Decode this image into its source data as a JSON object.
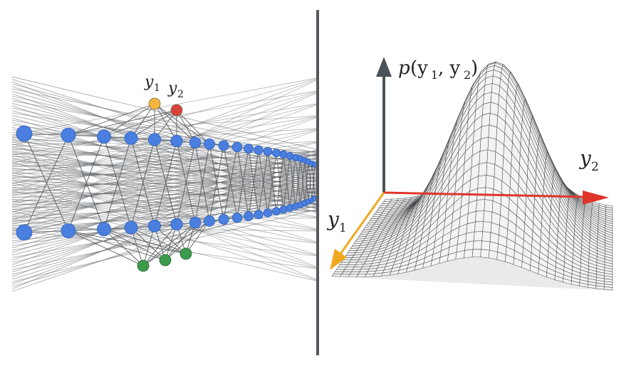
{
  "labels": {
    "y1_top": "y",
    "y1_top_sub": "1",
    "y2_top": "y",
    "y2_top_sub": "2",
    "axis_y2": "y",
    "axis_y2_sub": "2",
    "axis_y1": "y",
    "axis_y1_sub": "1",
    "axis_p_main": "p",
    "axis_p_args": "(y",
    "axis_p_sub1": "1",
    "axis_p_sep": ", y",
    "axis_p_sub2": "2",
    "axis_p_close": ")"
  },
  "colors": {
    "node_blue": "#4a7fe0",
    "output_orange": "#f4b63c",
    "output_red": "#d8423a",
    "output_green": "#3d9a4b",
    "edge_gray": "#5b5f63",
    "divider": "#55595e",
    "axis_gray": "#4b5258",
    "axis_red": "#e0352b",
    "axis_orange": "#f0a820",
    "mesh": "#3a3d40"
  }
}
